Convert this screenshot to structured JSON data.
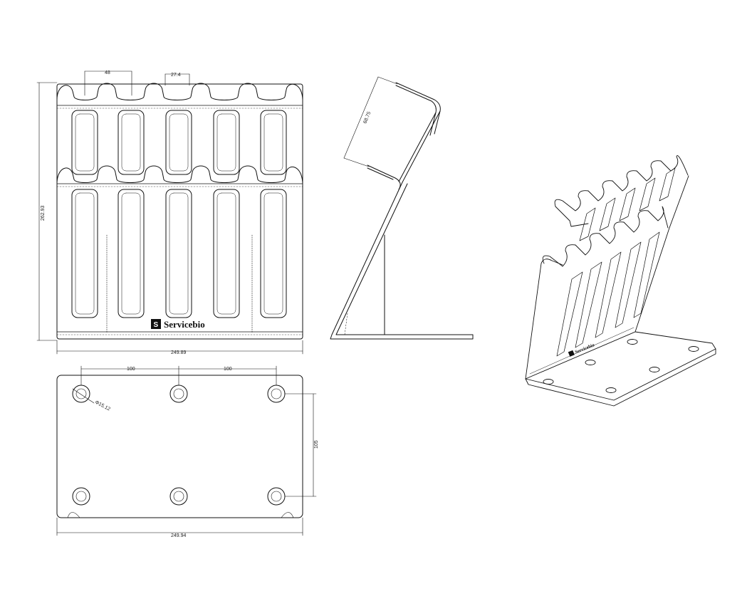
{
  "drawing": {
    "brand": "Servicebio",
    "brand_mark": "S",
    "front_view": {
      "slot_pitch": "48",
      "slot_width": "27.4",
      "height": "262.93",
      "width": "249.89"
    },
    "side_view": {
      "angle_label": "68.75"
    },
    "base_view": {
      "hole_spacing_left": "100",
      "hole_spacing_right": "100",
      "hole_diameter": "Φ15.12",
      "depth": "105",
      "width": "249.94"
    }
  }
}
